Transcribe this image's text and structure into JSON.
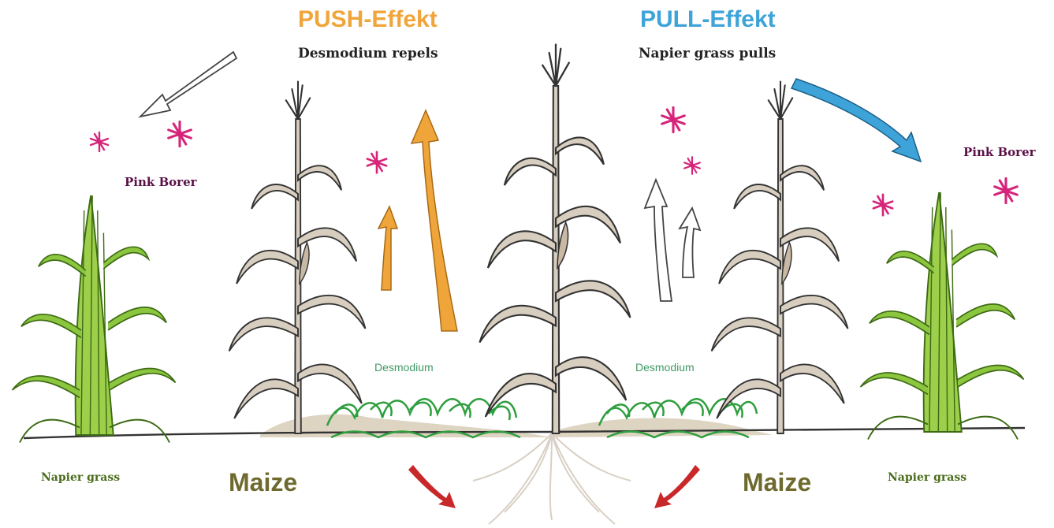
{
  "push": {
    "title": "PUSH-Effekt",
    "subtitle": "Desmodium repels"
  },
  "pull": {
    "title": "PULL-Effekt",
    "subtitle": "Napier grass pulls"
  },
  "pests": {
    "left_label": "Pink Borer",
    "right_label": "Pink Borer"
  },
  "intercrop": {
    "left_label": "Desmodium",
    "right_label": "Desmodium"
  },
  "crops": {
    "maize_left": "Maize",
    "maize_right": "Maize"
  },
  "border_crop": {
    "left_label": "Napier grass",
    "right_label": "Napier grass"
  },
  "colors": {
    "push": "#f0a53b",
    "pull": "#3ea3d8",
    "pest": "#d6247a",
    "maize": "#d8cec0",
    "napier": "#8cc63f",
    "desmodium": "#2e9e3e",
    "root_arrow": "#c8282a"
  }
}
